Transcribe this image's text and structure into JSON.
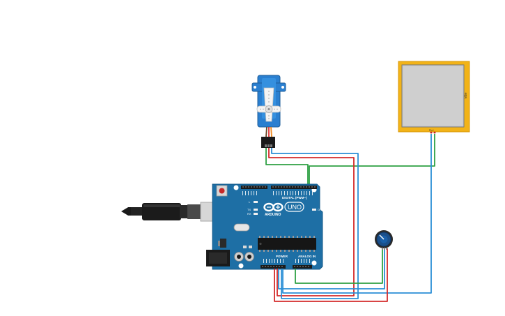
{
  "board": {
    "brand": "ARDUINO",
    "model": "UNO",
    "digital_label": "DIGITAL (PWM~)",
    "power_label": "POWER",
    "analog_label": "ANALOG IN",
    "on_label": "ON",
    "l_label": "L",
    "tx_label": "TX",
    "rx_label": "RX"
  },
  "display": {
    "label": "Vibe",
    "pin_label": "Pin+"
  },
  "colors": {
    "board_blue": "#1e6fa5",
    "wire_green": "#2ea043",
    "wire_red": "#d42a2a",
    "wire_blue": "#2b8fd6",
    "servo_blue": "#2a7fd0",
    "display_frame": "#f2b318"
  }
}
